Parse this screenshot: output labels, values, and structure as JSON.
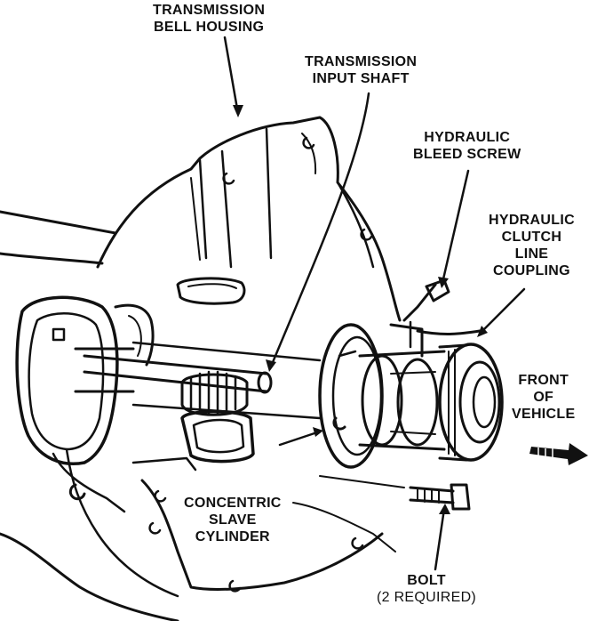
{
  "diagram": {
    "labels": {
      "bell_housing": [
        "TRANSMISSION",
        "BELL HOUSING"
      ],
      "input_shaft": [
        "TRANSMISSION",
        "INPUT SHAFT"
      ],
      "bleed_screw": [
        "HYDRAULIC",
        "BLEED SCREW"
      ],
      "line_coupling": [
        "HYDRAULIC",
        "CLUTCH",
        "LINE",
        "COUPLING"
      ],
      "front_of_vehicle": [
        "FRONT",
        "OF",
        "VEHICLE"
      ],
      "slave_cylinder": [
        "CONCENTRIC",
        "SLAVE",
        "CYLINDER"
      ],
      "bolt": [
        "BOLT",
        "(2 REQUIRED)"
      ]
    },
    "colors": {
      "ink": "#111111",
      "paper": "#ffffff"
    }
  }
}
